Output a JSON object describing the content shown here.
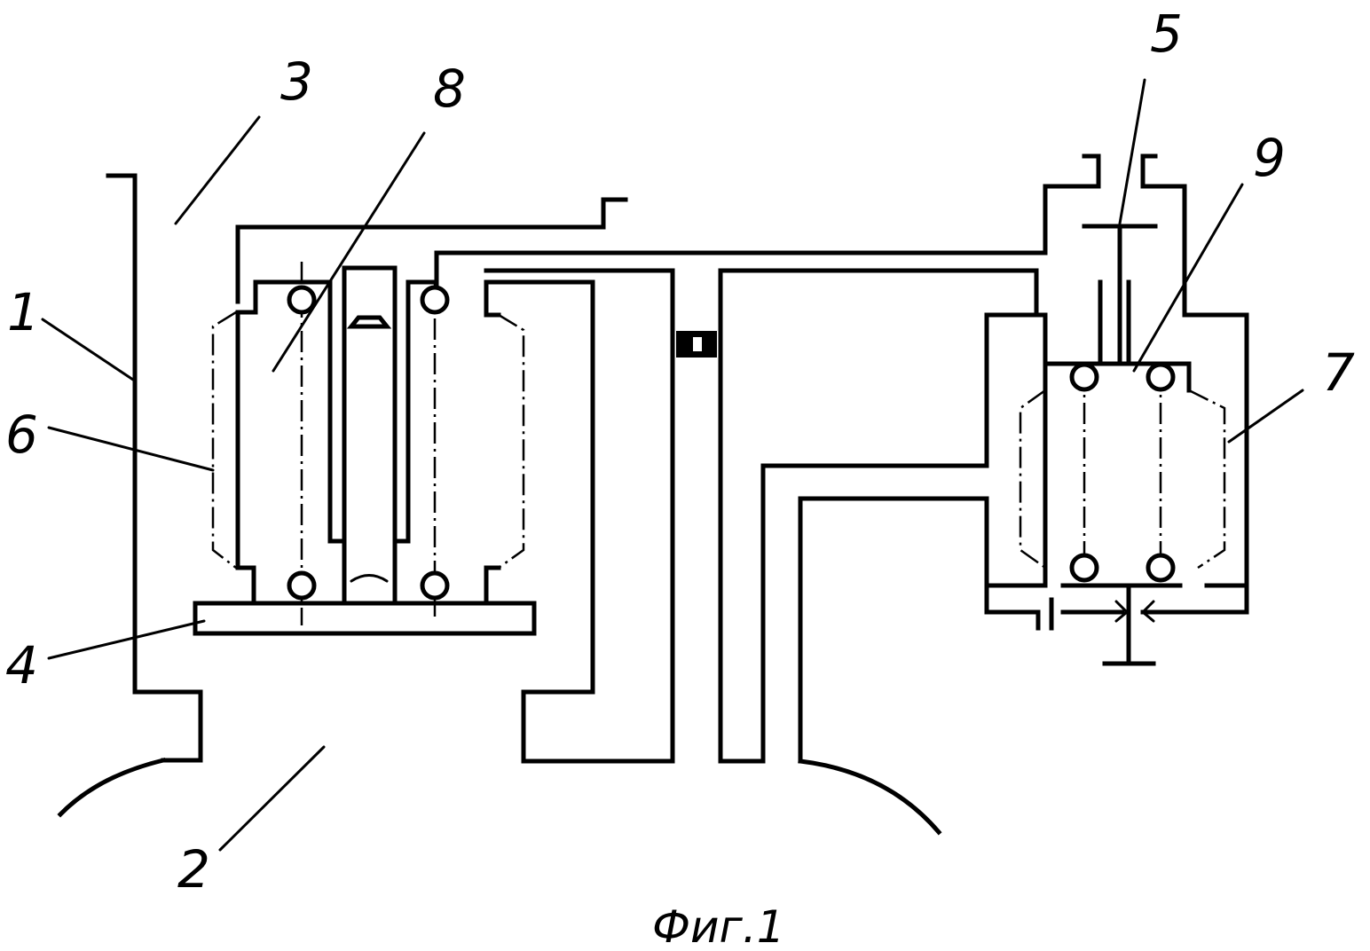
{
  "figure": {
    "caption": "Фиг.1"
  },
  "labels": {
    "l1": "1",
    "l2": "2",
    "l3": "3",
    "l4": "4",
    "l5": "5",
    "l6": "6",
    "l7": "7",
    "l8": "8",
    "l9": "9"
  }
}
